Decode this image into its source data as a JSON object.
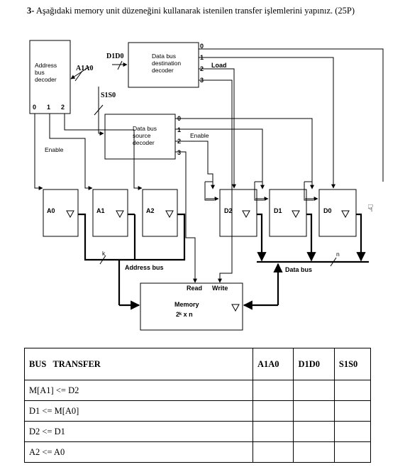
{
  "question": {
    "number": "3-",
    "text": "Aşağıdaki memory unit düzeneğini kullanarak istenilen transfer işlemlerini yapınız. (25P)"
  },
  "diagram": {
    "address_decoder": {
      "title": "Address bus decoder",
      "outputs": [
        "0",
        "1",
        "2"
      ],
      "select": "A1A0",
      "enable": "Enable"
    },
    "dest_decoder": {
      "title": "Data bus destination decoder",
      "outputs": [
        "0",
        "1",
        "2",
        "3"
      ],
      "select": "D1D0",
      "load": "Load"
    },
    "source_decoder": {
      "title": "Data bus source decoder",
      "outputs": [
        "0",
        "1",
        "2",
        "3"
      ],
      "select": "S1S0",
      "enable": "Enable"
    },
    "address_registers": [
      "A0",
      "A1",
      "A2"
    ],
    "data_registers": [
      "D2",
      "D1",
      "D0"
    ],
    "address_bus": {
      "label": "Address bus",
      "width": "k"
    },
    "data_bus": {
      "label": "Data bus",
      "width": "n"
    },
    "memory": {
      "title": "Memory",
      "size": "2ᵏ x n",
      "read": "Read",
      "write": "Write"
    }
  },
  "table": {
    "headers": [
      "BUS   TRANSFER",
      "A1A0",
      "D1D0",
      "S1S0"
    ],
    "rows": [
      [
        "M[A1] <= D2",
        "",
        "",
        ""
      ],
      [
        "D1 <= M[A0]",
        "",
        "",
        ""
      ],
      [
        "D2 <= D1",
        "",
        "",
        ""
      ],
      [
        "A2 <= A0",
        "",
        "",
        ""
      ]
    ]
  }
}
